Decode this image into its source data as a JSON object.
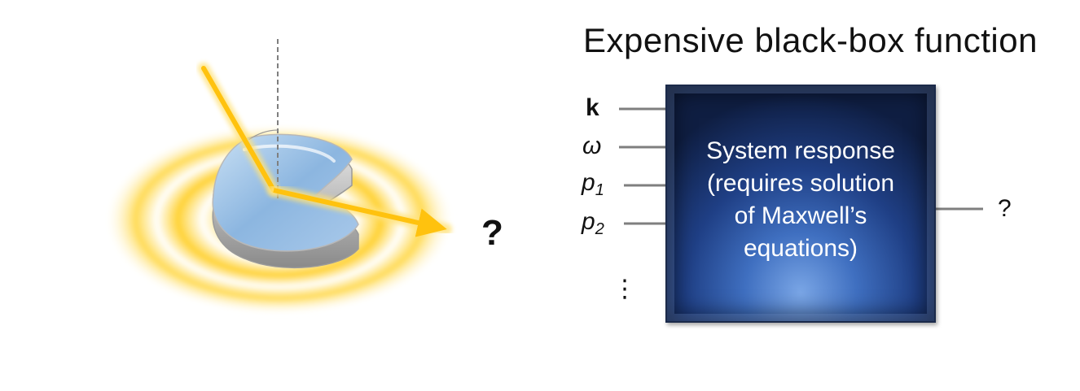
{
  "title": "Expensive black-box function",
  "box": {
    "lines": [
      "System response",
      "(requires solution",
      "of Maxwell’s",
      "equations)"
    ]
  },
  "inputs": {
    "k": "k",
    "omega": "ω",
    "p1": "p",
    "p1_sub": "1",
    "p2": "p",
    "p2_sub": "2",
    "ellipsis": "⋮"
  },
  "output": "?",
  "scatter_result": "?",
  "colors": {
    "beam": "#ffc20e",
    "glow": "#ffd24a",
    "particle": "#8fb8e0",
    "box_dark": "#0f1e42",
    "box_light": "#7aa6e6",
    "connector": "#7f7f7f"
  }
}
